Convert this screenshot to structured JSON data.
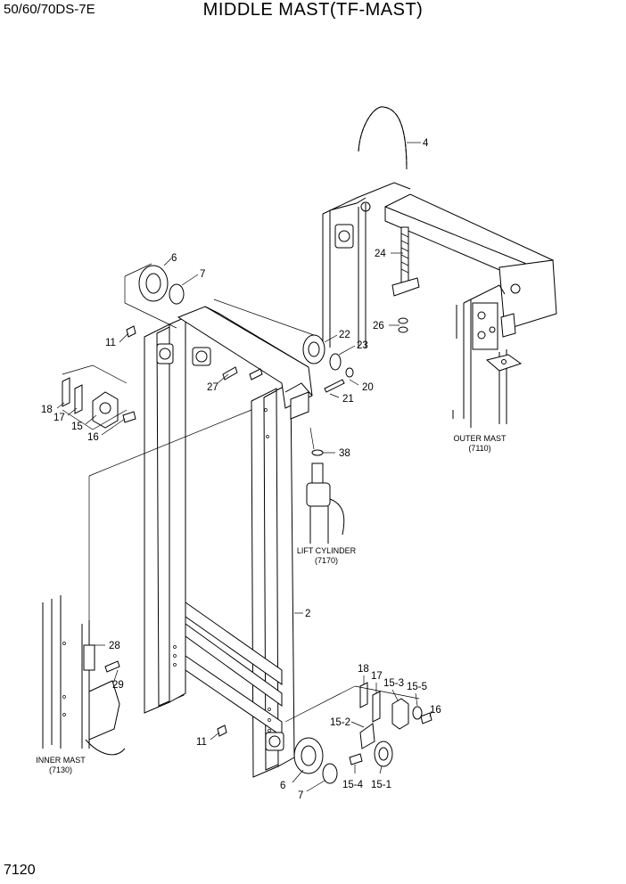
{
  "header": {
    "model": "50/60/70DS-7E",
    "title": "MIDDLE MAST(TF-MAST)"
  },
  "page_number": "7120",
  "callouts": {
    "c4": "4",
    "c24": "24",
    "c26": "26",
    "c6a": "6",
    "c7a": "7",
    "c11a": "11",
    "c22": "22",
    "c23": "23",
    "c27": "27",
    "c20": "20",
    "c21": "21",
    "c18a": "18",
    "c17a": "17",
    "c15": "15",
    "c16a": "16",
    "c38": "38",
    "c2": "2",
    "c28": "28",
    "c29": "29",
    "c11b": "11",
    "c18b": "18",
    "c17b": "17",
    "c153": "15-3",
    "c155": "15-5",
    "c16b": "16",
    "c152": "15-2",
    "c6b": "6",
    "c7b": "7",
    "c154": "15-4",
    "c151": "15-1"
  },
  "references": {
    "outer_mast": {
      "label": "OUTER MAST",
      "code": "(7110)"
    },
    "lift_cylinder": {
      "label": "LIFT CYLINDER",
      "code": "(7170)"
    },
    "inner_mast": {
      "label": "INNER MAST",
      "code": "(7130)"
    }
  }
}
